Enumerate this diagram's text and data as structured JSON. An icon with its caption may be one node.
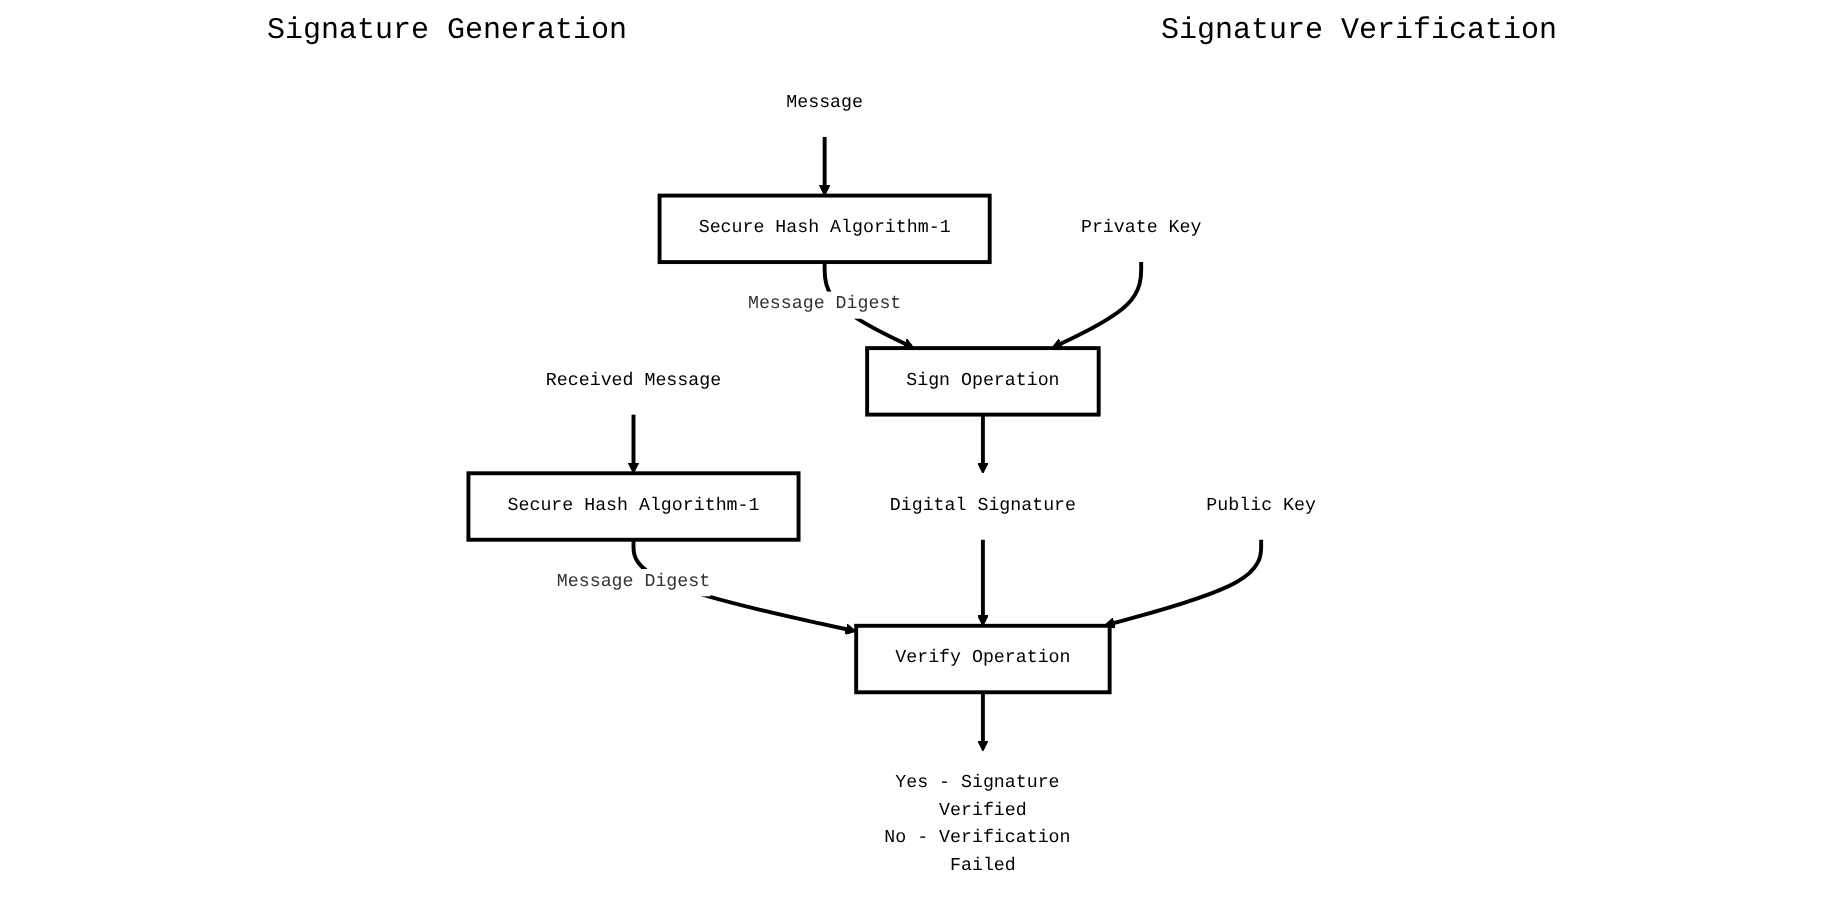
{
  "diagram": {
    "nodes": [
      {
        "text": [
          "Message"
        ]
      },
      {
        "text": [
          "Secure Hash Algorithm-1"
        ]
      },
      {
        "text": [
          "Private Key"
        ]
      },
      {
        "text": [
          "Sign Operation"
        ]
      },
      {
        "text": [
          "Digital Signature"
        ]
      },
      {
        "text": [
          "Received Message"
        ]
      },
      {
        "text": [
          "Secure Hash Algorithm-1"
        ]
      },
      {
        "text": [
          "Public Key"
        ]
      },
      {
        "text": [
          "Verify Operation"
        ]
      },
      {
        "text": [
          "Yes - Signature Verified",
          "No - Verification Failed"
        ]
      }
    ],
    "edges": [
      {
        "from": 0,
        "to": 1,
        "arrow": "to"
      },
      {
        "from": 1,
        "to": 3,
        "arrow": "to",
        "label": "Message Digest"
      },
      {
        "from": 2,
        "to": 3,
        "arrow": "to"
      },
      {
        "from": 3,
        "to": 4,
        "arrow": "to"
      },
      {
        "from": 5,
        "to": 6,
        "arrow": "to"
      },
      {
        "from": 6,
        "to": 8,
        "arrow": "to",
        "label": "Message Digest"
      },
      {
        "from": 4,
        "to": 8,
        "arrow": "to"
      },
      {
        "from": 7,
        "to": 8,
        "arrow": "to"
      },
      {
        "from": 8,
        "to": 9,
        "arrow": "to"
      }
    ],
    "labels": [
      "Signature Generation",
      "Signature Verification"
    ]
  }
}
